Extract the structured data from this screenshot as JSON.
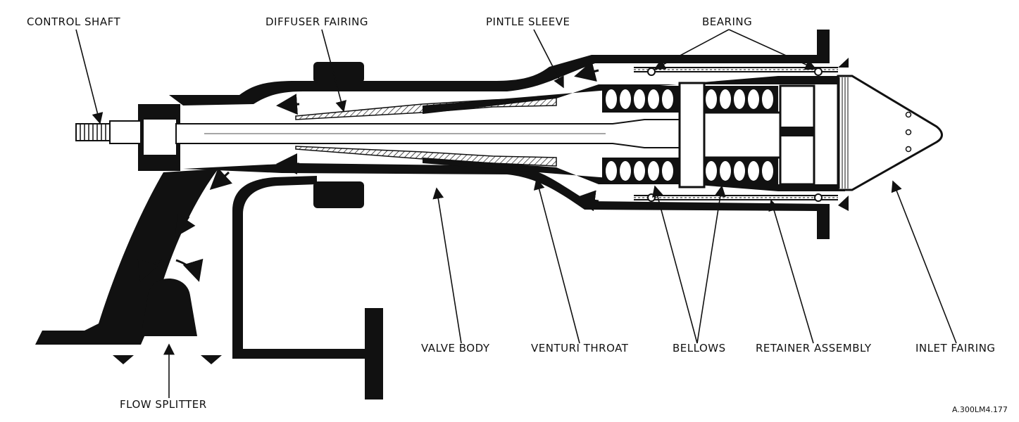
{
  "labels": {
    "control_shaft": "CONTROL SHAFT",
    "diffuser_fairing": "DIFFUSER FAIRING",
    "pintle_sleeve": "PINTLE SLEEVE",
    "bearing": "BEARING",
    "valve_body": "VALVE BODY",
    "venturi_throat": "VENTURI THROAT",
    "bellows": "BELLOWS",
    "retainer_assembly": "RETAINER ASSEMBLY",
    "inlet_fairing": "INLET FAIRING",
    "flow_splitter": "FLOW SPLITTER"
  },
  "figure_ref": "A.300LM4.177",
  "colors": {
    "ink": "#111111",
    "paper": "#ffffff"
  }
}
